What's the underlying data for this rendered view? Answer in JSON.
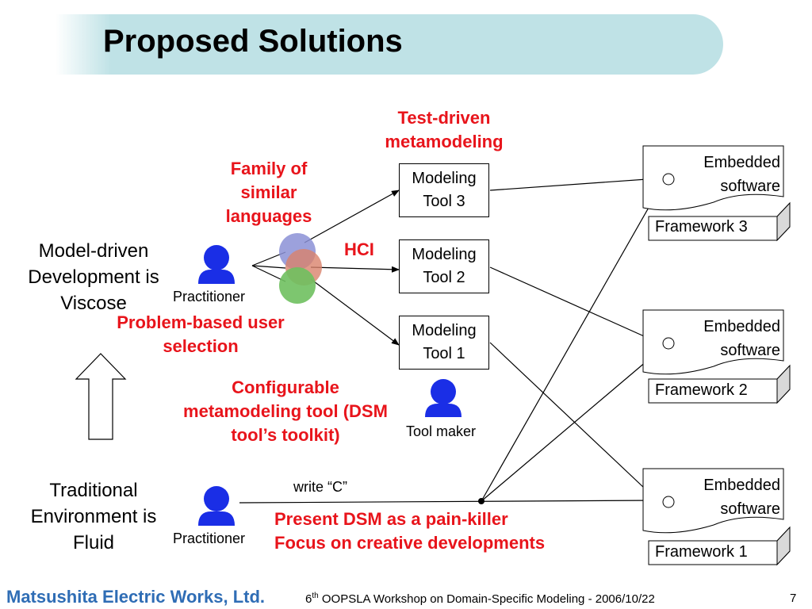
{
  "slide": {
    "title": "Proposed Solutions",
    "left": {
      "model_driven": "Model-driven Development is Viscose",
      "traditional": "Traditional Environment is Fluid",
      "practitioner_top": "Practitioner",
      "practitioner_bottom": "Practitioner"
    },
    "annotations": {
      "test_driven": "Test-driven metamodeling",
      "family": "Family of similar languages",
      "hci": "HCI",
      "problem_based": "Problem-based user selection",
      "configurable": "Configurable metamodeling tool (DSM tool’s toolkit)",
      "present_dsm": "Present DSM as a pain-killer",
      "focus": "Focus on creative developments"
    },
    "tools": [
      {
        "line1": "Modeling",
        "line2": "Tool 3"
      },
      {
        "line1": "Modeling",
        "line2": "Tool 2"
      },
      {
        "line1": "Modeling",
        "line2": "Tool 1"
      }
    ],
    "tool_maker": "Tool maker",
    "write_c": "write “C”",
    "embedded": [
      {
        "line1": "Embedded",
        "line2": "software",
        "framework": "Framework 3"
      },
      {
        "line1": "Embedded",
        "line2": "software",
        "framework": "Framework 2"
      },
      {
        "line1": "Embedded",
        "line2": "software",
        "framework": "Framework 1"
      }
    ]
  },
  "footer": {
    "company": "Matsushita Electric Works, Ltd.",
    "event_ordinal": "6",
    "event_sup": "th",
    "event_rest": " OOPSLA Workshop on Domain-Specific Modeling - 2006/10/22",
    "page": "7"
  },
  "colors": {
    "accent_red": "#e8141b",
    "person_blue": "#1a2ee6",
    "title_bar": "#bfe2e6",
    "company_blue": "#2f6db5"
  }
}
